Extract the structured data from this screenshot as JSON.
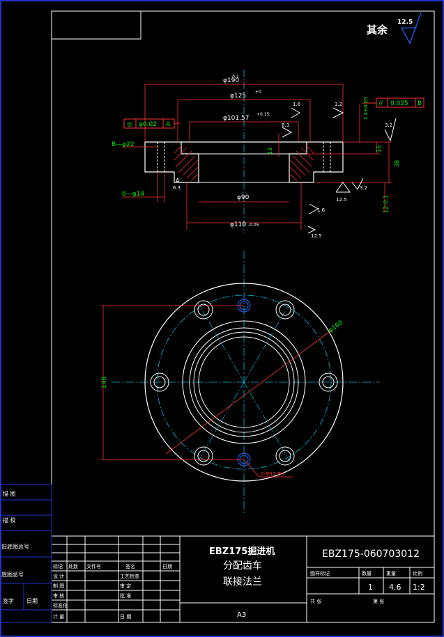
{
  "drawing": {
    "roughness_label": "其余",
    "roughness_value": "12.5",
    "dims": {
      "d_outer": "φ190",
      "d_outer_tol": "-0.1",
      "d_bolt": "φ125",
      "d_bolt_tol": "+0",
      "d_bore": "φ101.57",
      "d_bore_tol": "+0.15",
      "d_inner": "φ90",
      "d_spigot": "φ110",
      "d_spigot_tol": "-0.05",
      "holes_b": "B—φ22",
      "holes_6": "6—φ14",
      "h13": "13",
      "h16": "16",
      "h38": "38",
      "h12": "12-0.1",
      "d160": "φ160",
      "d146": "146",
      "thread": "2-M12-6H",
      "angle": "2.4±0.05"
    },
    "roughness_marks": [
      "1.6",
      "3.2",
      "6.3",
      "3.2",
      "12.5",
      "3.2",
      "1.6",
      "12.5",
      "6.3"
    ],
    "gdt_left": {
      "symbol": "◎",
      "value": "φ0.02",
      "datum": "A"
    },
    "gdt_right": {
      "symbol": "//",
      "value": "0.025",
      "datum": "B"
    },
    "datum_a": "A"
  },
  "title_block": {
    "name_line1": "EBZ175掘进机",
    "name_line2": "分配齿车",
    "name_line3": "联接法兰",
    "drawing_no": "EBZ175-060703012",
    "material": "A3",
    "quantity": "1",
    "weight": "4.6",
    "scale": "1:2",
    "left_rows": [
      [
        "标记",
        "处数",
        "文件号",
        "签名",
        "日期"
      ],
      [
        "设 计",
        "",
        "",
        "工艺检查",
        ""
      ],
      [
        "制 图",
        "",
        "",
        "审 定",
        ""
      ],
      [
        "审 核",
        "",
        "",
        "批 准",
        ""
      ],
      [
        "标准化",
        "",
        "",
        "",
        ""
      ],
      [
        "计 量",
        "",
        "",
        "日 期",
        ""
      ]
    ],
    "right_headers": [
      "图样标记",
      "数量",
      "重量",
      "比例"
    ],
    "sheet_label": "共 张",
    "sheet_label2": "第 张"
  },
  "side_block": {
    "rows": [
      "描 图",
      "描 校",
      "旧底图总号",
      "底图总号",
      "签字",
      "日期"
    ]
  }
}
